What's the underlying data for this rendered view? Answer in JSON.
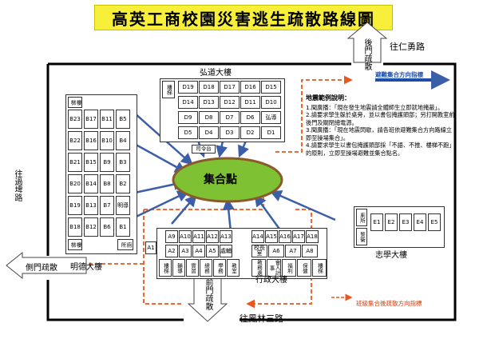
{
  "title": "高英工商校園災害逃生疏散路線圖",
  "roads": {
    "north": "往仁勇路",
    "west": "往過埤路",
    "south": "往鳳林三路"
  },
  "gates": {
    "back": "後門疏散",
    "front": "前門疏散",
    "side": "側門疏散"
  },
  "assembly": "集合點",
  "legend_blue": "避難集合方向指標",
  "legend_red": "班級集合後疏散方向指標",
  "buildings": {
    "hongdao": {
      "name": "弘道大樓",
      "rooms_row1": [
        "D19",
        "D18",
        "D17",
        "D16",
        "D15"
      ],
      "rooms_row2": [
        "D14",
        "D13",
        "D12",
        "D11",
        "D10"
      ],
      "rooms_row3": [
        "D9",
        "D8",
        "D7",
        "D6",
        "弘導"
      ],
      "rooms_row4": [
        "D5",
        "D4",
        "D3",
        "D2",
        "D1"
      ],
      "stair": "樓梯",
      "stage": "司令台"
    },
    "mingde": {
      "name": "明德大樓",
      "col1": [
        "B23",
        "B22",
        "B21",
        "B20",
        "B19",
        "B18"
      ],
      "col2": [
        "B17",
        "B16",
        "B15",
        "B14",
        "B13",
        "B12"
      ],
      "col3": [
        "B11",
        "B10",
        "B9",
        "B8",
        "B7",
        "B6"
      ],
      "col4": [
        "B5",
        "B4",
        "B3",
        "B2",
        "明導",
        "B1"
      ],
      "stair": "樓梯",
      "toilet": "廁所"
    },
    "xingzheng": {
      "name": "行政大樓",
      "row1": [
        "A9",
        "A10",
        "A11",
        "A12",
        "A13"
      ],
      "row1b": [
        "A14",
        "A15",
        "A16",
        "A17",
        "A18"
      ],
      "row2": [
        "A2",
        "A3",
        "A4",
        "A5",
        "處輔"
      ],
      "row2b": [
        "校長室",
        "A6",
        "A7",
        "A8"
      ],
      "row3": [
        "樓梯",
        "輔導",
        "實習",
        "總務",
        "學務",
        "教室"
      ],
      "row3b": [
        "教務處",
        "會人計事",
        "福利",
        "保健",
        "樓梯"
      ],
      "a1": "A1"
    },
    "zhixue": {
      "name": "志學大樓",
      "rooms": [
        "E1",
        "E2",
        "E3",
        "E4",
        "E5"
      ],
      "toilet": "廁所",
      "guard": "警衛"
    }
  },
  "notes": {
    "heading": "地震範例說明：",
    "items": [
      "1.聞廣播：「現在發生地震請全體師生立即就地掩蔽」。",
      "2.請要求學生躲於桌旁，並以書包掩護頭部；另打開教室前後門及關閉總電源。",
      "3.聞廣播：「現在地震閃歇，請各班依避難集合方向路線立即至操場集合」。",
      "4.請要求學生以書包掩護頭部採「不語、不推、樓梯不跑」的原則，立即至操場避難並集合點名。"
    ]
  },
  "colors": {
    "title_bg": "#f7ef3a",
    "assembly_fill": "#7ec234",
    "blue_arrow": "#3b5ea8",
    "red_arrow": "#e8571f"
  }
}
